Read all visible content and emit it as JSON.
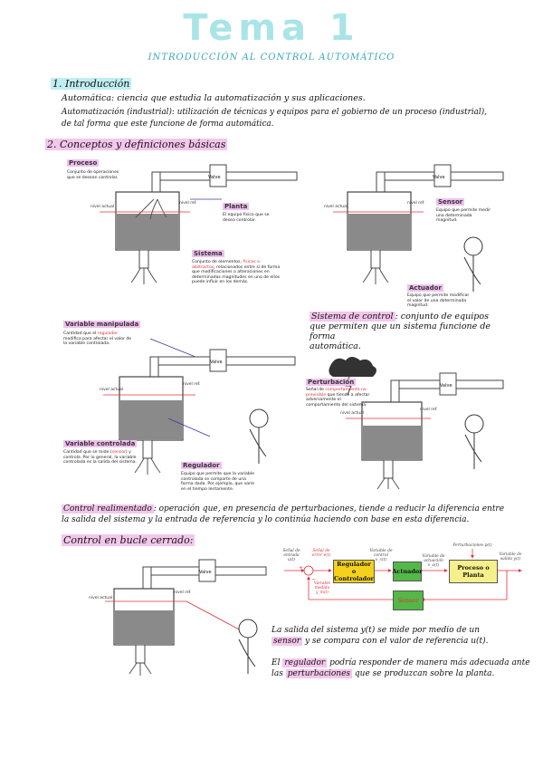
{
  "header": {
    "title": "Tema 1",
    "subtitle": "INTRODUCCIÓN AL CONTROL AUTOMÁTICO"
  },
  "s1": {
    "heading": "1. Introducción",
    "line1": "Automática: ciencia que estudia la automatización y sus aplicaciones.",
    "line2": "Automatización (industrial): utilización de técnicas y equipos para el gobierno de un proceso (industrial),",
    "line3": "de tal forma que este funcione de forma automática."
  },
  "s2": {
    "heading": "2. Conceptos y definiciones básicas"
  },
  "fig1": {
    "proceso_label": "Proceso",
    "proceso_text": "Conjunto de operaciones que se desean controlar.",
    "valve": "Valve",
    "nivel_ref": "nivel ref.",
    "nivel_actual": "nivel actual",
    "planta_label": "Planta",
    "planta_text": "El equipo físico que se desea controlar.",
    "sistema_label": "Sistema",
    "sistema_text_a": "Conjunto de elementos, ",
    "sistema_text_b": "físicos o abstractos",
    "sistema_text_c": ", relacionados entre sí de forma que modificaciones o alteraciones en determinadas magnitudes en uno de ellos puede influir en los demás."
  },
  "fig2": {
    "valve": "Valve",
    "nivel_ref": "nivel ref.",
    "nivel_actual": "nivel actual",
    "sensor_label": "Sensor",
    "sensor_text": "Equipo que permite medir una determinada magnitud.",
    "actuador_label": "Actuador",
    "actuador_text": "Equipo que permite modificar el valor de una determinada magnitud."
  },
  "sc": {
    "term": "Sistema de control",
    "rest1": ": conjunto de equipos",
    "rest2": "que permiten que un sistema funcione de forma",
    "rest3": "automática."
  },
  "fig3": {
    "vm_label": "Variable manipulada",
    "vm_text_a": "Cantidad que el ",
    "vm_text_b": "regulador",
    "vm_text_c": " modifica para afectar el valor de la variable controlada.",
    "valve": "Valve",
    "nivel_ref": "nivel ref.",
    "nivel_actual": "nivel actual",
    "vc_label": "Variable controlada",
    "vc_text_a": "Cantidad que se mide (",
    "vc_text_b": "sensor",
    "vc_text_c": ") y controla. Por lo general, la variable controlada es la salida del sistema.",
    "reg_label": "Regulador",
    "reg_text": "Equipo que permite que la variable controlada se comporte de una forma dada. Por ejemplo, que varíe en el tiempo lentamente."
  },
  "fig4": {
    "pert_label": "Perturbación",
    "pert_text_a": "Señal de ",
    "pert_text_b": "comportamiento no previsible",
    "pert_text_c": " que tiende a afectar adversamente el comportamiento del sistema.",
    "valve": "Valve",
    "nivel_ref": "nivel ref.",
    "nivel_actual": "nivel actual"
  },
  "cr": {
    "term": "Control realimentado",
    "rest1": ": operación que, en presencia de perturbaciones, tiende a reducir la diferencia entre",
    "rest2": "la salida del sistema y la entrada de referencia y lo continúa haciendo con base en esta diferencia."
  },
  "cbc": {
    "heading": "Control en bucle cerrado:"
  },
  "fig5": {
    "valve": "Valve",
    "nivel_ref": "nivel ref.",
    "nivel_actual": "nivel actual"
  },
  "diagram": {
    "perturbaciones": "Perturbaciones",
    "perturbaciones_sym": "p(t)",
    "senal_entrada": "Señal de entrada",
    "senal_entrada_sym": "u(t)",
    "senal_error": "Señal de error",
    "senal_error_sym": "e(t)",
    "variable_control": "Variable de control",
    "variable_control_sym": "v_c(t)",
    "variable_actuacion": "Variable de actuación",
    "variable_actuacion_sym": "v_a(t)",
    "variable_salida": "Variable de salida",
    "variable_salida_sym": "y(t)",
    "variable_medida": "Variable medida",
    "variable_medida_sym": "y_m(t)",
    "regulador": "Regulador o Controlador",
    "actuador": "Actuador",
    "proceso": "Proceso o Planta",
    "sensor": "Sensor",
    "plus": "+",
    "minus": "−",
    "colors": {
      "regulador": "#f4d21c",
      "actuador": "#53b848",
      "proceso": "#f5f08a",
      "sensor": "#53b848",
      "arrows": "#e0303b"
    }
  },
  "final": {
    "l1": "La salida del sistema y(t) se mide por medio de un",
    "l2_term": "sensor",
    "l2_rest": " y se compara con el valor de referencia u(t).",
    "l3_pre": "El ",
    "l3_term": "regulador",
    "l3_rest": " podría responder de manera más adecuada ante",
    "l4_pre": "las ",
    "l4_term": "perturbaciones",
    "l4_rest": " que se produzcan sobre la planta."
  }
}
